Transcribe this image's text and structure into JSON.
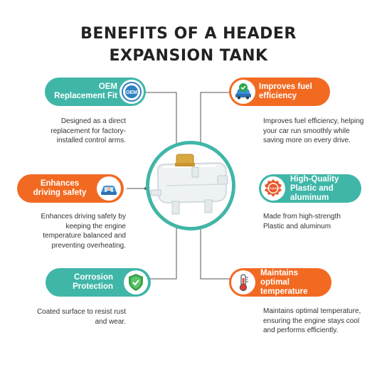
{
  "title_line1": "BENEFITS OF A HEADER",
  "title_line2": "EXPANSION TANK",
  "benefits": {
    "oem": {
      "label": "OEM Replacement Fit",
      "icon": "oem-badge-icon",
      "badge_text": "OEM",
      "description": "Designed as a direct replacement for factory-installed control arms."
    },
    "fuel": {
      "label": "Improves fuel efficiency",
      "icon": "car-checkmark-icon",
      "description": "Improves fuel efficiency, helping your car run smoothly while saving more on every drive."
    },
    "safety": {
      "label": "Enhances driving safety",
      "icon": "driver-icon",
      "description": "Enhances driving safety by keeping the engine temperature balanced and preventing overheating."
    },
    "quality": {
      "label": "High-Quality Plastic and aluminum",
      "icon": "quality-seal-icon",
      "badge_text": "HIGH QUALITY",
      "description": "Made from high-strength Plastic and aluminum"
    },
    "corrosion": {
      "label": "Corrosion Protection",
      "icon": "shield-check-icon",
      "description": "Coated surface to resist rust and wear."
    },
    "temperature": {
      "label": "Maintains optimal temperature",
      "icon": "thermometer-icon",
      "description": "Maintains optimal temperature, ensuring the engine stays cool and performs efficiently."
    }
  },
  "colors": {
    "teal": "#3fb6a8",
    "orange": "#f26a22",
    "title": "#222222"
  }
}
